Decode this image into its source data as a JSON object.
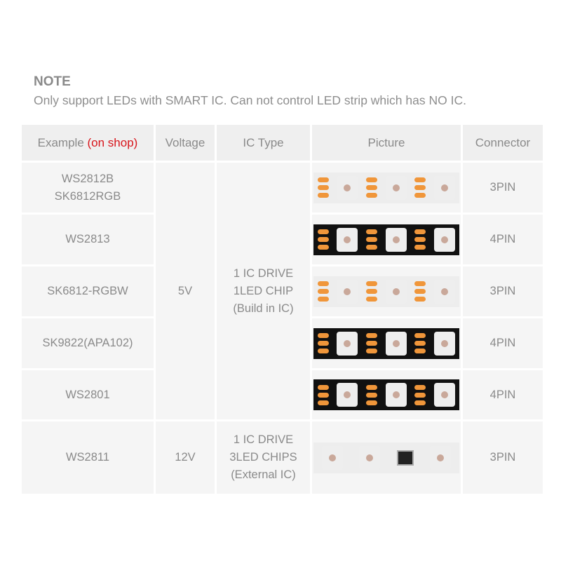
{
  "note": {
    "title": "NOTE",
    "text": "Only support LEDs with SMART IC. Can not control LED strip which has NO IC."
  },
  "table": {
    "headers": {
      "example": "Example ",
      "example_suffix": "(on shop)",
      "voltage": "Voltage",
      "ic_type": "IC Type",
      "picture": "Picture",
      "connector": "Connector"
    },
    "accent": "#d8151b",
    "voltage_5v": "5V",
    "voltage_12v": "12V",
    "ic_internal": [
      "1 IC DRIVE",
      "1LED CHIP",
      "(Build in IC)"
    ],
    "ic_external": [
      "1 IC DRIVE",
      "3LED CHIPS",
      "(External IC)"
    ],
    "rows": [
      {
        "example": [
          "WS2812B",
          "SK6812RGB"
        ],
        "connector": "3PIN",
        "strip": "white"
      },
      {
        "example": [
          "WS2813"
        ],
        "connector": "4PIN",
        "strip": "black"
      },
      {
        "example": [
          "SK6812-RGBW"
        ],
        "connector": "3PIN",
        "strip": "white"
      },
      {
        "example": [
          "SK9822(APA102)"
        ],
        "connector": "4PIN",
        "strip": "black"
      },
      {
        "example": [
          "WS2801"
        ],
        "connector": "4PIN",
        "strip": "black"
      },
      {
        "example": [
          "WS2811"
        ],
        "connector": "3PIN",
        "strip": "white"
      }
    ]
  }
}
